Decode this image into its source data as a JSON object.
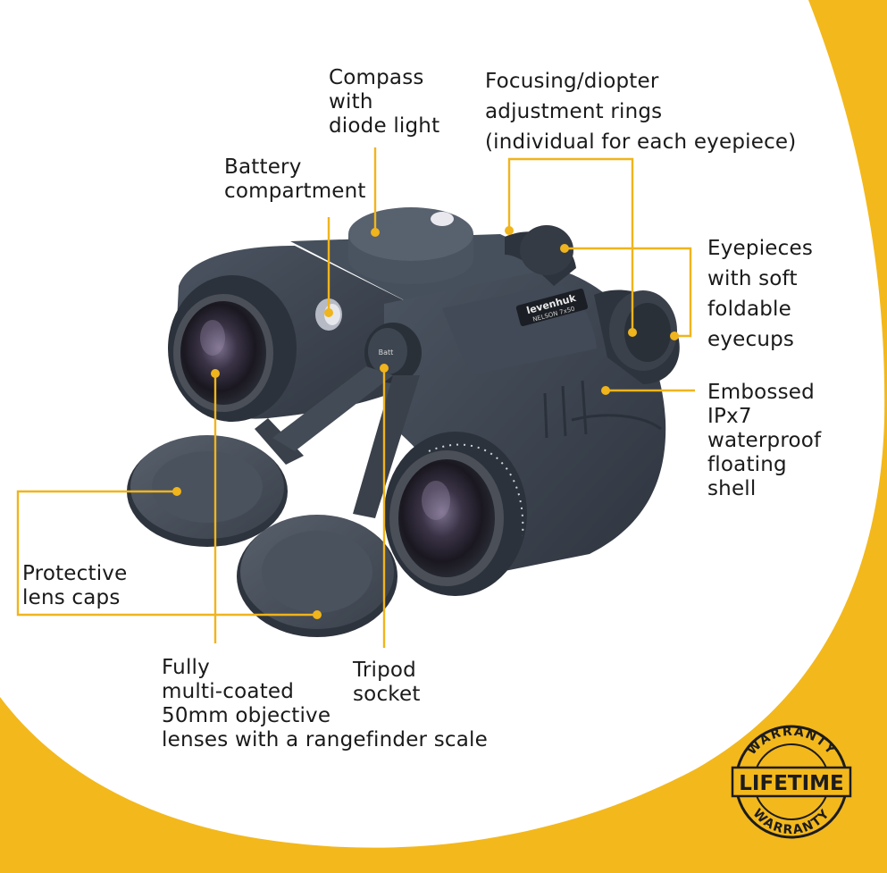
{
  "labels": {
    "compass": [
      "Compass",
      "with",
      "diode light"
    ],
    "focusing": [
      "Focusing/diopter",
      "adjustment rings",
      "(individual for each eyepiece)"
    ],
    "battery": [
      "Battery",
      "compartment"
    ],
    "eyepieces": [
      "Eyepieces",
      "with soft",
      "foldable",
      "eyecups"
    ],
    "embossed": [
      "Embossed",
      "IPx7",
      "waterproof",
      "floating",
      "shell"
    ],
    "lens_caps": [
      "Protective",
      "lens caps"
    ],
    "objective": [
      "Fully",
      "multi-coated",
      "50mm objective",
      "lenses with a rangefinder scale"
    ],
    "tripod": [
      "Tripod",
      "socket"
    ]
  },
  "product": {
    "brand": "levenhuk",
    "model": "NELSON 7x50",
    "button_label": "Batt"
  },
  "badge": {
    "top_text": "WARRANTY",
    "main_text": "LIFETIME",
    "bottom_text": "WARRANTY"
  },
  "colors": {
    "accent": "#f0b41c",
    "background": "#f3b81c",
    "body": "#3b434f"
  }
}
